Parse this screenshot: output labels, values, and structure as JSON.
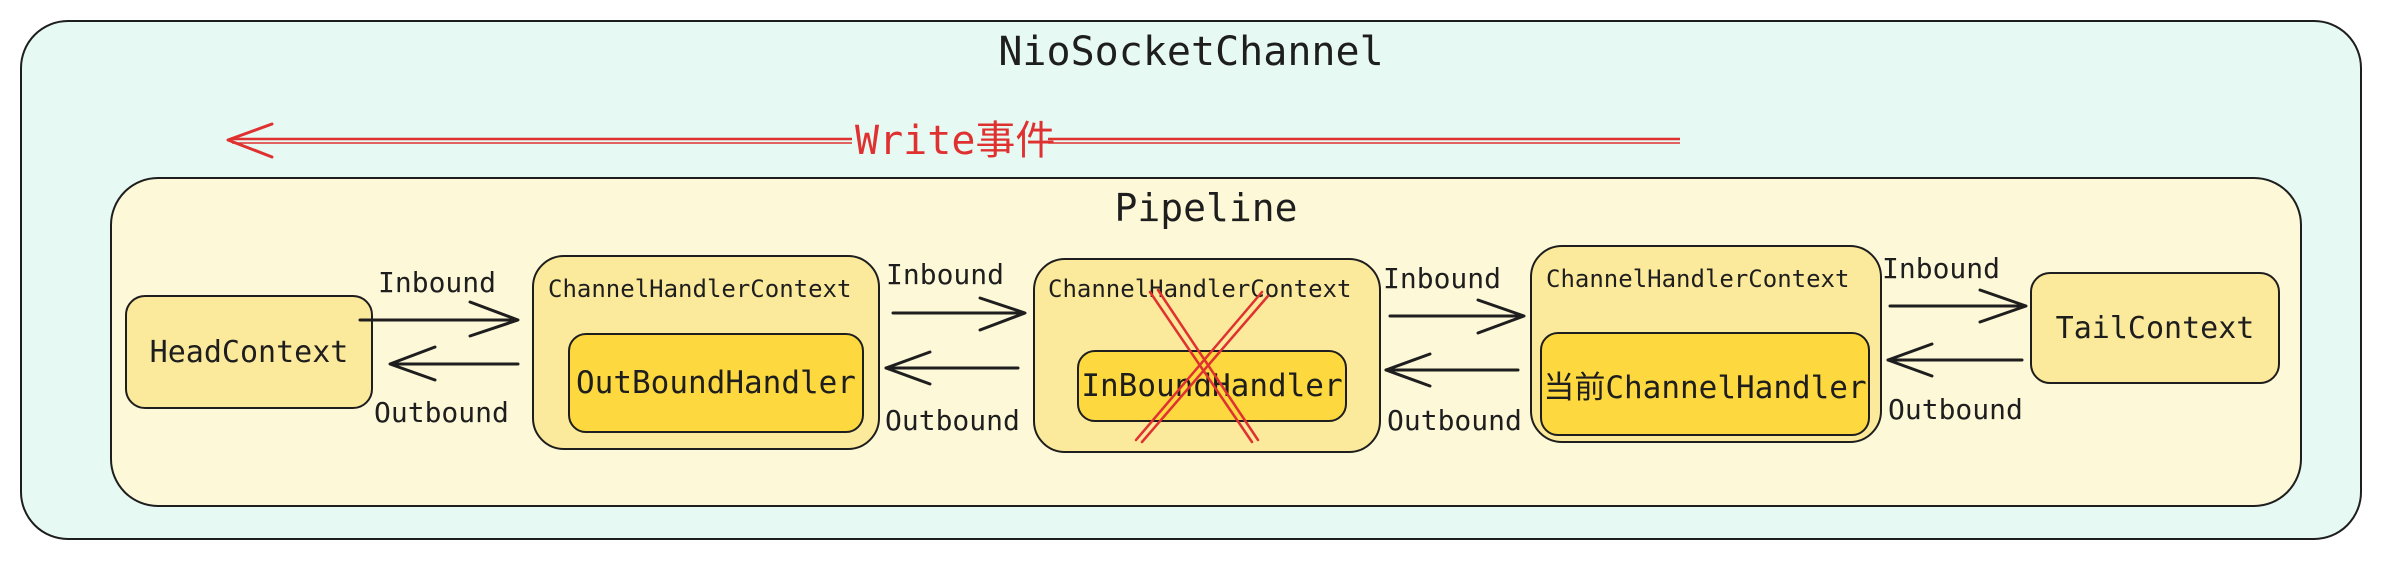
{
  "container": {
    "title": "NioSocketChannel"
  },
  "write_event": {
    "label": "Write事件",
    "color": "#e03131"
  },
  "pipeline": {
    "title": "Pipeline"
  },
  "nodes": {
    "head": {
      "label": "HeadContext"
    },
    "ctx1": {
      "title": "ChannelHandlerContext",
      "handler": "OutBoundHandler"
    },
    "ctx2": {
      "title": "ChannelHandlerContext",
      "handler": "InBoundHandler",
      "crossed_out": true
    },
    "ctx3": {
      "title": "ChannelHandlerContext",
      "handler": "当前ChannelHandler"
    },
    "tail": {
      "label": "TailContext"
    }
  },
  "edges": {
    "inbound_label": "Inbound",
    "outbound_label": "Outbound"
  },
  "colors": {
    "container_bg": "#e6f9f3",
    "pipeline_bg": "#fdf8d8",
    "context_bg": "#fcea9c",
    "handler_bg": "#fdd83e",
    "stroke": "#1e1e1e",
    "cross": "#e03131"
  }
}
